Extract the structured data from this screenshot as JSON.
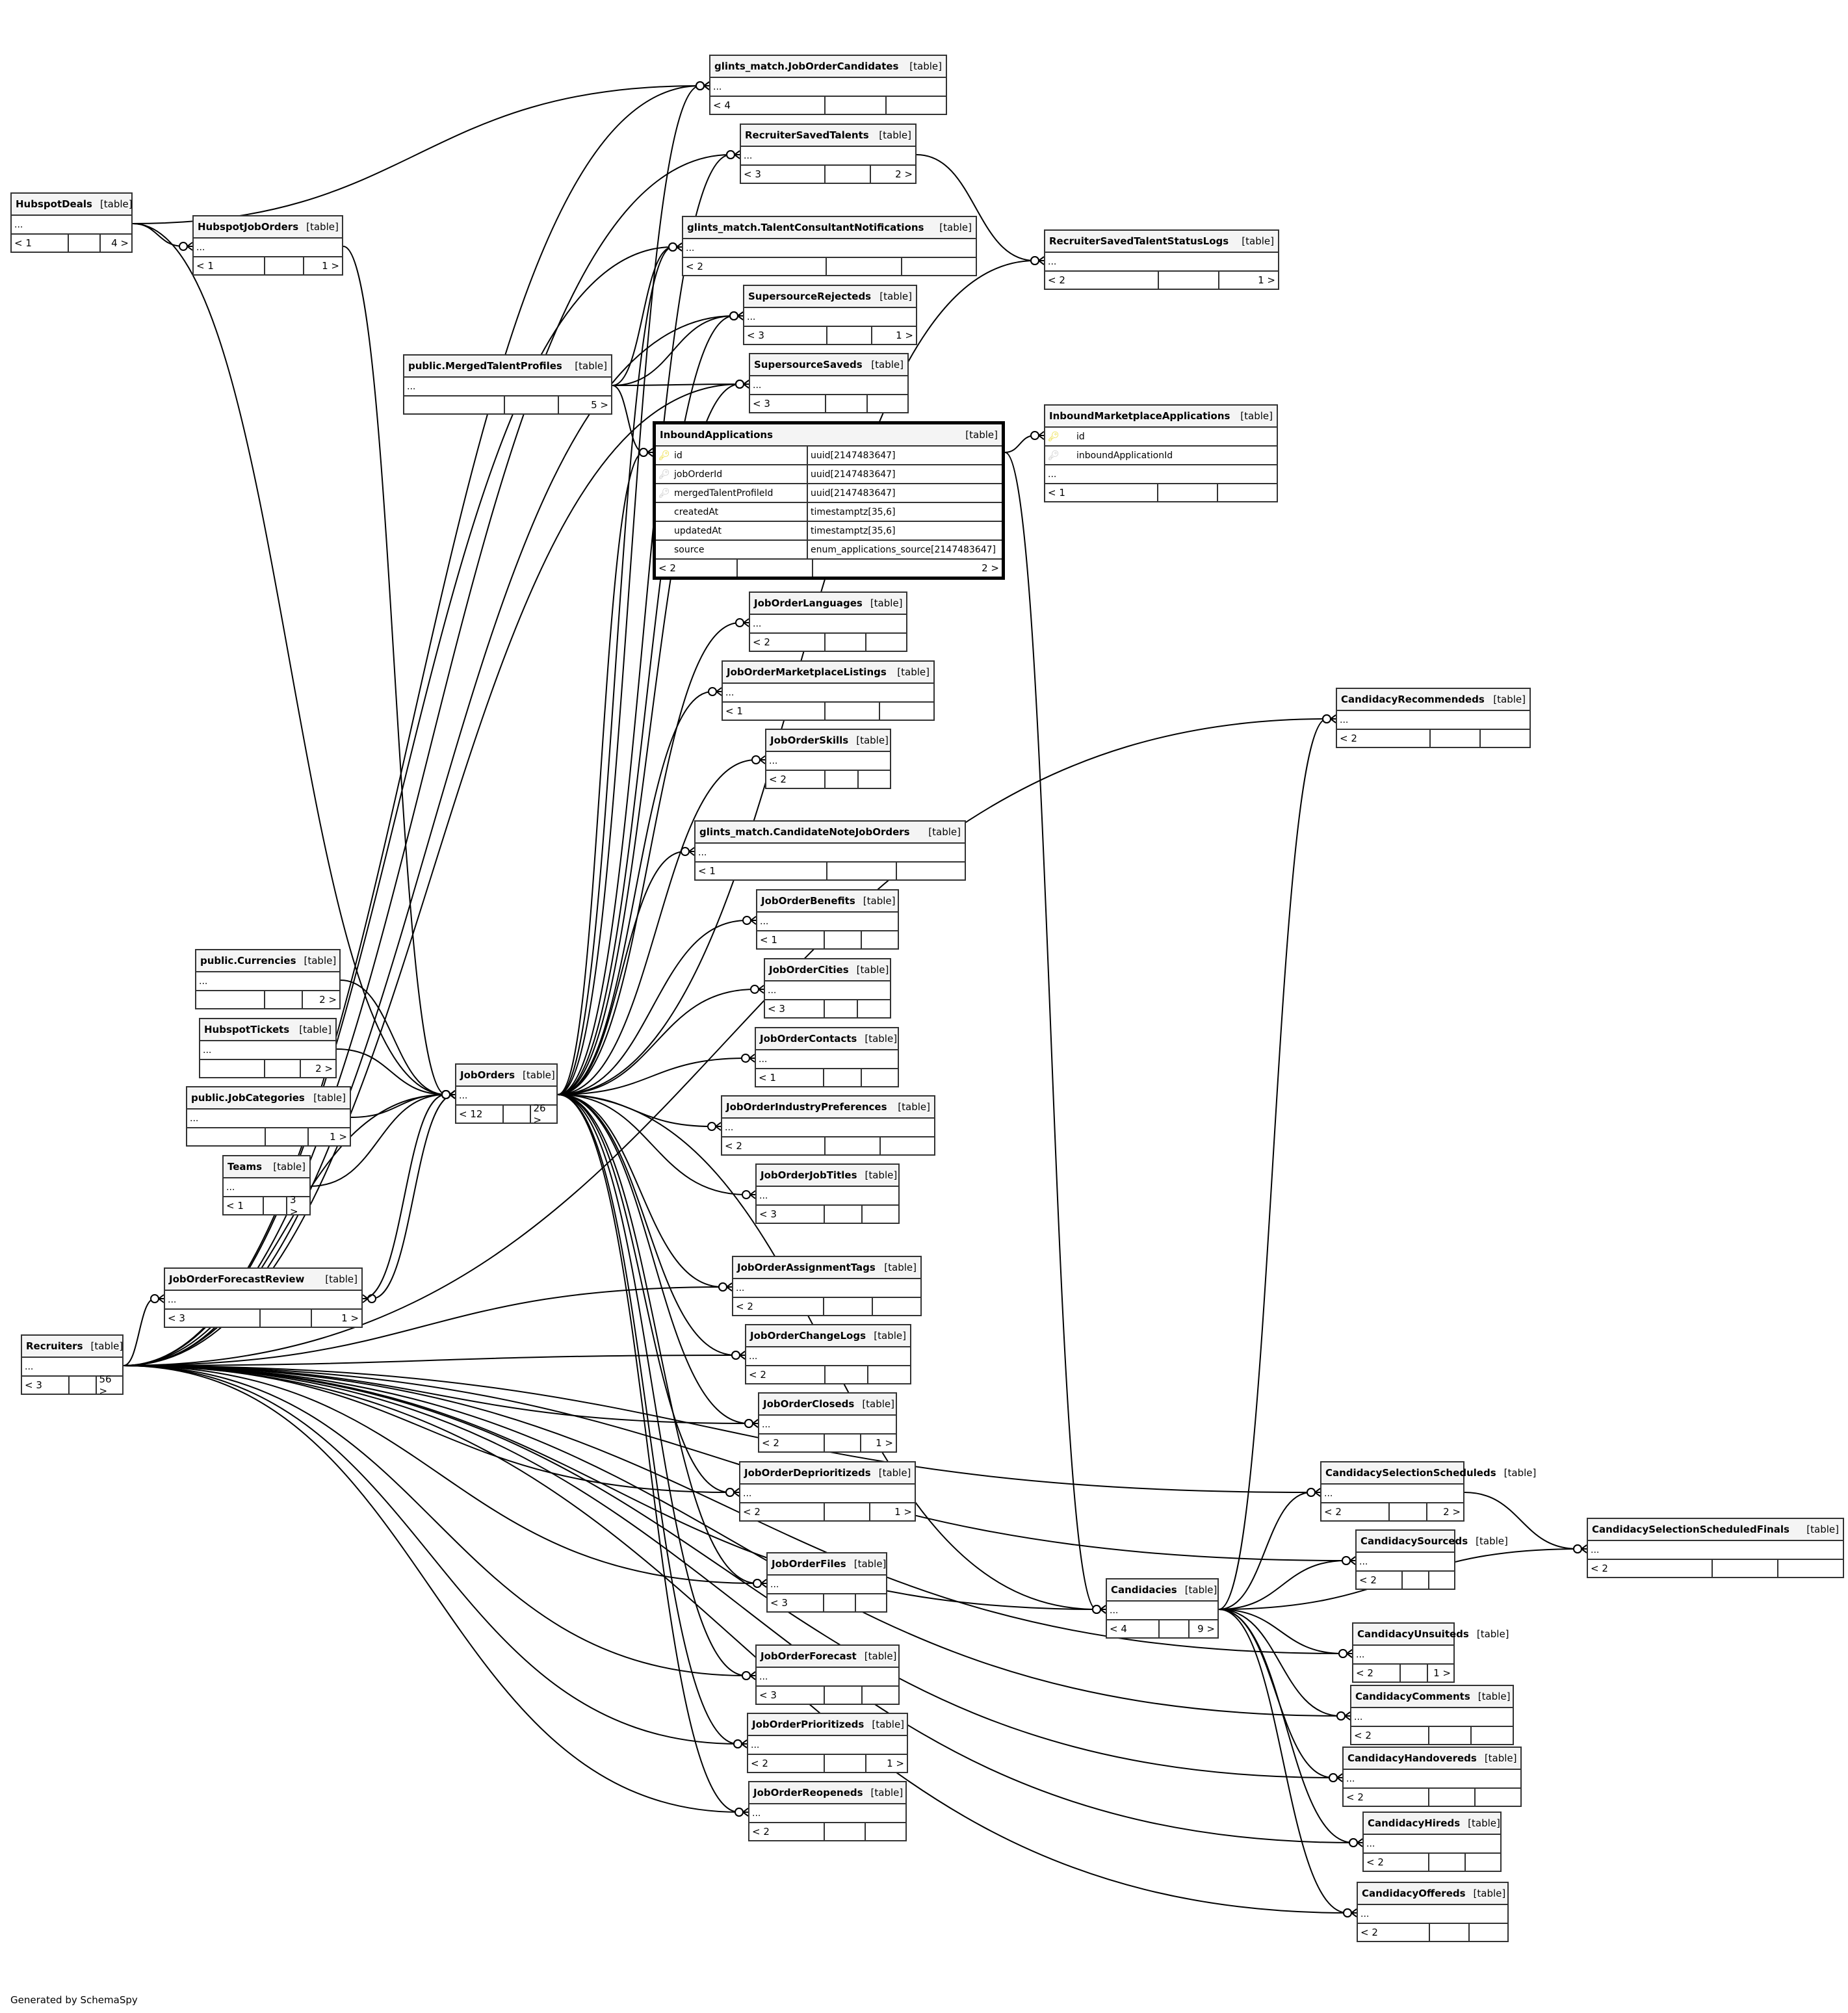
{
  "title": "SchemaSpy relationships diagram - InboundApplications",
  "footer": "Generated by SchemaSpy",
  "kind_label": "[table]",
  "ellipsis": "...",
  "focus_table": {
    "name": "InboundApplications",
    "columns": [
      {
        "name": "id",
        "type": "uuid[2147483647]",
        "key": "primary-key"
      },
      {
        "name": "jobOrderId",
        "type": "uuid[2147483647]",
        "key": "foreign-key"
      },
      {
        "name": "mergedTalentProfileId",
        "type": "uuid[2147483647]",
        "key": "foreign-key"
      },
      {
        "name": "createdAt",
        "type": "timestamptz[35,6]",
        "key": ""
      },
      {
        "name": "updatedAt",
        "type": "timestamptz[35,6]",
        "key": ""
      },
      {
        "name": "source",
        "type": "enum_applications_source[2147483647]",
        "key": ""
      }
    ],
    "parents": "< 2",
    "children": "2 >"
  },
  "key_icons": {
    "primary": "†",
    "foreign": "†"
  },
  "inbound_marketplace": {
    "name": "InboundMarketplaceApplications",
    "columns": [
      {
        "name": "id",
        "key": "primary-key"
      },
      {
        "name": "inboundApplicationId",
        "key": "foreign-key"
      }
    ],
    "parents": "< 1",
    "children": ""
  },
  "tables": [
    {
      "id": "HubspotDeals",
      "name": "HubspotDeals",
      "parents": "< 1",
      "children": "4 >"
    },
    {
      "id": "HubspotJobOrders",
      "name": "HubspotJobOrders",
      "parents": "< 1",
      "children": "1 >"
    },
    {
      "id": "JobOrderCandidates",
      "name": "glints_match.JobOrderCandidates",
      "parents": "< 4",
      "children": ""
    },
    {
      "id": "RecruiterSavedTalents",
      "name": "RecruiterSavedTalents",
      "parents": "< 3",
      "children": "2 >"
    },
    {
      "id": "TalentConsultantNotifications",
      "name": "glints_match.TalentConsultantNotifications",
      "parents": "< 2",
      "children": ""
    },
    {
      "id": "RecruiterSavedTalentStatusLogs",
      "name": "RecruiterSavedTalentStatusLogs",
      "parents": "< 2",
      "children": "1 >"
    },
    {
      "id": "SupersourceRejecteds",
      "name": "SupersourceRejecteds",
      "parents": "< 3",
      "children": "1 >"
    },
    {
      "id": "MergedTalentProfiles",
      "name": "public.MergedTalentProfiles",
      "parents": "",
      "children": "5 >"
    },
    {
      "id": "SupersourceSaveds",
      "name": "SupersourceSaveds",
      "parents": "< 3",
      "children": ""
    },
    {
      "id": "JobOrderLanguages",
      "name": "JobOrderLanguages",
      "parents": "< 2",
      "children": ""
    },
    {
      "id": "JobOrderMarketplaceListings",
      "name": "JobOrderMarketplaceListings",
      "parents": "< 1",
      "children": ""
    },
    {
      "id": "JobOrderSkills",
      "name": "JobOrderSkills",
      "parents": "< 2",
      "children": ""
    },
    {
      "id": "CandidateNoteJobOrders",
      "name": "glints_match.CandidateNoteJobOrders",
      "parents": "< 1",
      "children": ""
    },
    {
      "id": "JobOrderBenefits",
      "name": "JobOrderBenefits",
      "parents": "< 1",
      "children": ""
    },
    {
      "id": "JobOrderCities",
      "name": "JobOrderCities",
      "parents": "< 3",
      "children": ""
    },
    {
      "id": "JobOrderContacts",
      "name": "JobOrderContacts",
      "parents": "< 1",
      "children": ""
    },
    {
      "id": "JobOrderIndustryPreferences",
      "name": "JobOrderIndustryPreferences",
      "parents": "< 2",
      "children": ""
    },
    {
      "id": "JobOrderJobTitles",
      "name": "JobOrderJobTitles",
      "parents": "< 3",
      "children": ""
    },
    {
      "id": "Currencies",
      "name": "public.Currencies",
      "parents": "",
      "children": "2 >"
    },
    {
      "id": "HubspotTickets",
      "name": "HubspotTickets",
      "parents": "",
      "children": "2 >"
    },
    {
      "id": "JobCategories",
      "name": "public.JobCategories",
      "parents": "",
      "children": "1 >"
    },
    {
      "id": "Teams",
      "name": "Teams",
      "parents": "< 1",
      "children": "3 >"
    },
    {
      "id": "JobOrders",
      "name": "JobOrders",
      "parents": "< 12",
      "children": "26 >"
    },
    {
      "id": "JobOrderForecastReview",
      "name": "JobOrderForecastReview",
      "parents": "< 3",
      "children": "1 >"
    },
    {
      "id": "Recruiters",
      "name": "Recruiters",
      "parents": "< 3",
      "children": "56 >"
    },
    {
      "id": "JobOrderAssignmentTags",
      "name": "JobOrderAssignmentTags",
      "parents": "< 2",
      "children": ""
    },
    {
      "id": "JobOrderChangeLogs",
      "name": "JobOrderChangeLogs",
      "parents": "< 2",
      "children": ""
    },
    {
      "id": "JobOrderCloseds",
      "name": "JobOrderCloseds",
      "parents": "< 2",
      "children": "1 >"
    },
    {
      "id": "JobOrderDeprioritizeds",
      "name": "JobOrderDeprioritizeds",
      "parents": "< 2",
      "children": "1 >"
    },
    {
      "id": "JobOrderFiles",
      "name": "JobOrderFiles",
      "parents": "< 3",
      "children": ""
    },
    {
      "id": "JobOrderForecast",
      "name": "JobOrderForecast",
      "parents": "< 3",
      "children": ""
    },
    {
      "id": "JobOrderPrioritizeds",
      "name": "JobOrderPrioritizeds",
      "parents": "< 2",
      "children": "1 >"
    },
    {
      "id": "JobOrderReopeneds",
      "name": "JobOrderReopeneds",
      "parents": "< 2",
      "children": ""
    },
    {
      "id": "Candidacies",
      "name": "Candidacies",
      "parents": "< 4",
      "children": "9 >"
    },
    {
      "id": "CandidacyRecommendeds",
      "name": "CandidacyRecommendeds",
      "parents": "< 2",
      "children": ""
    },
    {
      "id": "CandidacySelectionScheduleds",
      "name": "CandidacySelectionScheduleds",
      "parents": "< 2",
      "children": "2 >"
    },
    {
      "id": "CandidacySelectionScheduledFinals",
      "name": "CandidacySelectionScheduledFinals",
      "parents": "< 2",
      "children": ""
    },
    {
      "id": "CandidacySourceds",
      "name": "CandidacySourceds",
      "parents": "< 2",
      "children": ""
    },
    {
      "id": "CandidacyUnsuiteds",
      "name": "CandidacyUnsuiteds",
      "parents": "< 2",
      "children": "1 >"
    },
    {
      "id": "CandidacyComments",
      "name": "CandidacyComments",
      "parents": "< 2",
      "children": ""
    },
    {
      "id": "CandidacyHandovereds",
      "name": "CandidacyHandovereds",
      "parents": "< 2",
      "children": ""
    },
    {
      "id": "CandidacyHireds",
      "name": "CandidacyHireds",
      "parents": "< 2",
      "children": ""
    },
    {
      "id": "CandidacyOffereds",
      "name": "CandidacyOffereds",
      "parents": "< 2",
      "children": ""
    }
  ],
  "relationships": [
    [
      "HubspotDeals",
      "HubspotJobOrders"
    ],
    [
      "HubspotDeals",
      "JobOrderCandidates"
    ],
    [
      "HubspotDeals",
      "JobOrders"
    ],
    [
      "HubspotJobOrders",
      "JobOrders"
    ],
    [
      "Recruiters",
      "JobOrderCandidates"
    ],
    [
      "Recruiters",
      "RecruiterSavedTalents"
    ],
    [
      "Recruiters",
      "TalentConsultantNotifications"
    ],
    [
      "Recruiters",
      "SupersourceRejecteds"
    ],
    [
      "Recruiters",
      "SupersourceSaveds"
    ],
    [
      "Recruiters",
      "JobOrders"
    ],
    [
      "Recruiters",
      "JobOrderForecastReview"
    ],
    [
      "Recruiters",
      "JobOrderAssignmentTags"
    ],
    [
      "Recruiters",
      "JobOrderChangeLogs"
    ],
    [
      "Recruiters",
      "JobOrderCloseds"
    ],
    [
      "Recruiters",
      "JobOrderDeprioritizeds"
    ],
    [
      "Recruiters",
      "JobOrderFiles"
    ],
    [
      "Recruiters",
      "JobOrderForecast"
    ],
    [
      "Recruiters",
      "JobOrderPrioritizeds"
    ],
    [
      "Recruiters",
      "JobOrderReopeneds"
    ],
    [
      "Recruiters",
      "Candidacies"
    ],
    [
      "Recruiters",
      "CandidacySourceds"
    ],
    [
      "Recruiters",
      "CandidacyUnsuiteds"
    ],
    [
      "Recruiters",
      "CandidacyComments"
    ],
    [
      "Recruiters",
      "CandidacyHandovereds"
    ],
    [
      "Recruiters",
      "CandidacyHireds"
    ],
    [
      "Recruiters",
      "CandidacyOffereds"
    ],
    [
      "Recruiters",
      "CandidacyRecommendeds"
    ],
    [
      "Recruiters",
      "CandidacySelectionScheduleds"
    ],
    [
      "MergedTalentProfiles",
      "TalentConsultantNotifications"
    ],
    [
      "MergedTalentProfiles",
      "SupersourceRejecteds"
    ],
    [
      "MergedTalentProfiles",
      "SupersourceSaveds"
    ],
    [
      "MergedTalentProfiles",
      "InboundApplications"
    ],
    [
      "RecruiterSavedTalents",
      "RecruiterSavedTalentStatusLogs"
    ],
    [
      "InboundApplications",
      "InboundMarketplaceApplications"
    ],
    [
      "InboundApplications",
      "Candidacies"
    ],
    [
      "JobOrders",
      "JobOrderCandidates"
    ],
    [
      "JobOrders",
      "RecruiterSavedTalents"
    ],
    [
      "JobOrders",
      "TalentConsultantNotifications"
    ],
    [
      "JobOrders",
      "SupersourceRejecteds"
    ],
    [
      "JobOrders",
      "SupersourceSaveds"
    ],
    [
      "JobOrders",
      "InboundApplications"
    ],
    [
      "JobOrders",
      "JobOrderLanguages"
    ],
    [
      "JobOrders",
      "JobOrderMarketplaceListings"
    ],
    [
      "JobOrders",
      "JobOrderSkills"
    ],
    [
      "JobOrders",
      "CandidateNoteJobOrders"
    ],
    [
      "JobOrders",
      "JobOrderBenefits"
    ],
    [
      "JobOrders",
      "JobOrderCities"
    ],
    [
      "JobOrders",
      "JobOrderContacts"
    ],
    [
      "JobOrders",
      "JobOrderIndustryPreferences"
    ],
    [
      "JobOrders",
      "JobOrderJobTitles"
    ],
    [
      "JobOrders",
      "JobOrderAssignmentTags"
    ],
    [
      "JobOrders",
      "JobOrderChangeLogs"
    ],
    [
      "JobOrders",
      "JobOrderCloseds"
    ],
    [
      "JobOrders",
      "JobOrderDeprioritizeds"
    ],
    [
      "JobOrders",
      "JobOrderFiles"
    ],
    [
      "JobOrders",
      "JobOrderForecast"
    ],
    [
      "JobOrders",
      "JobOrderPrioritizeds"
    ],
    [
      "JobOrders",
      "JobOrderReopeneds"
    ],
    [
      "JobOrders",
      "Candidacies"
    ],
    [
      "JobOrders",
      "RecruiterSavedTalentStatusLogs"
    ],
    [
      "JobOrders",
      "JobOrderForecastReview"
    ],
    [
      "Currencies",
      "JobOrders"
    ],
    [
      "HubspotTickets",
      "JobOrders"
    ],
    [
      "JobCategories",
      "JobOrders"
    ],
    [
      "Teams",
      "JobOrders"
    ],
    [
      "JobOrderForecastReview",
      "JobOrders"
    ],
    [
      "Candidacies",
      "CandidacyRecommendeds"
    ],
    [
      "Candidacies",
      "CandidacySelectionScheduleds"
    ],
    [
      "Candidacies",
      "CandidacySelectionScheduledFinals"
    ],
    [
      "Candidacies",
      "CandidacySourceds"
    ],
    [
      "Candidacies",
      "CandidacyUnsuiteds"
    ],
    [
      "Candidacies",
      "CandidacyComments"
    ],
    [
      "Candidacies",
      "CandidacyHandovereds"
    ],
    [
      "Candidacies",
      "CandidacyHireds"
    ],
    [
      "Candidacies",
      "CandidacyOffereds"
    ],
    [
      "CandidacySelectionScheduleds",
      "CandidacySelectionScheduledFinals"
    ]
  ]
}
